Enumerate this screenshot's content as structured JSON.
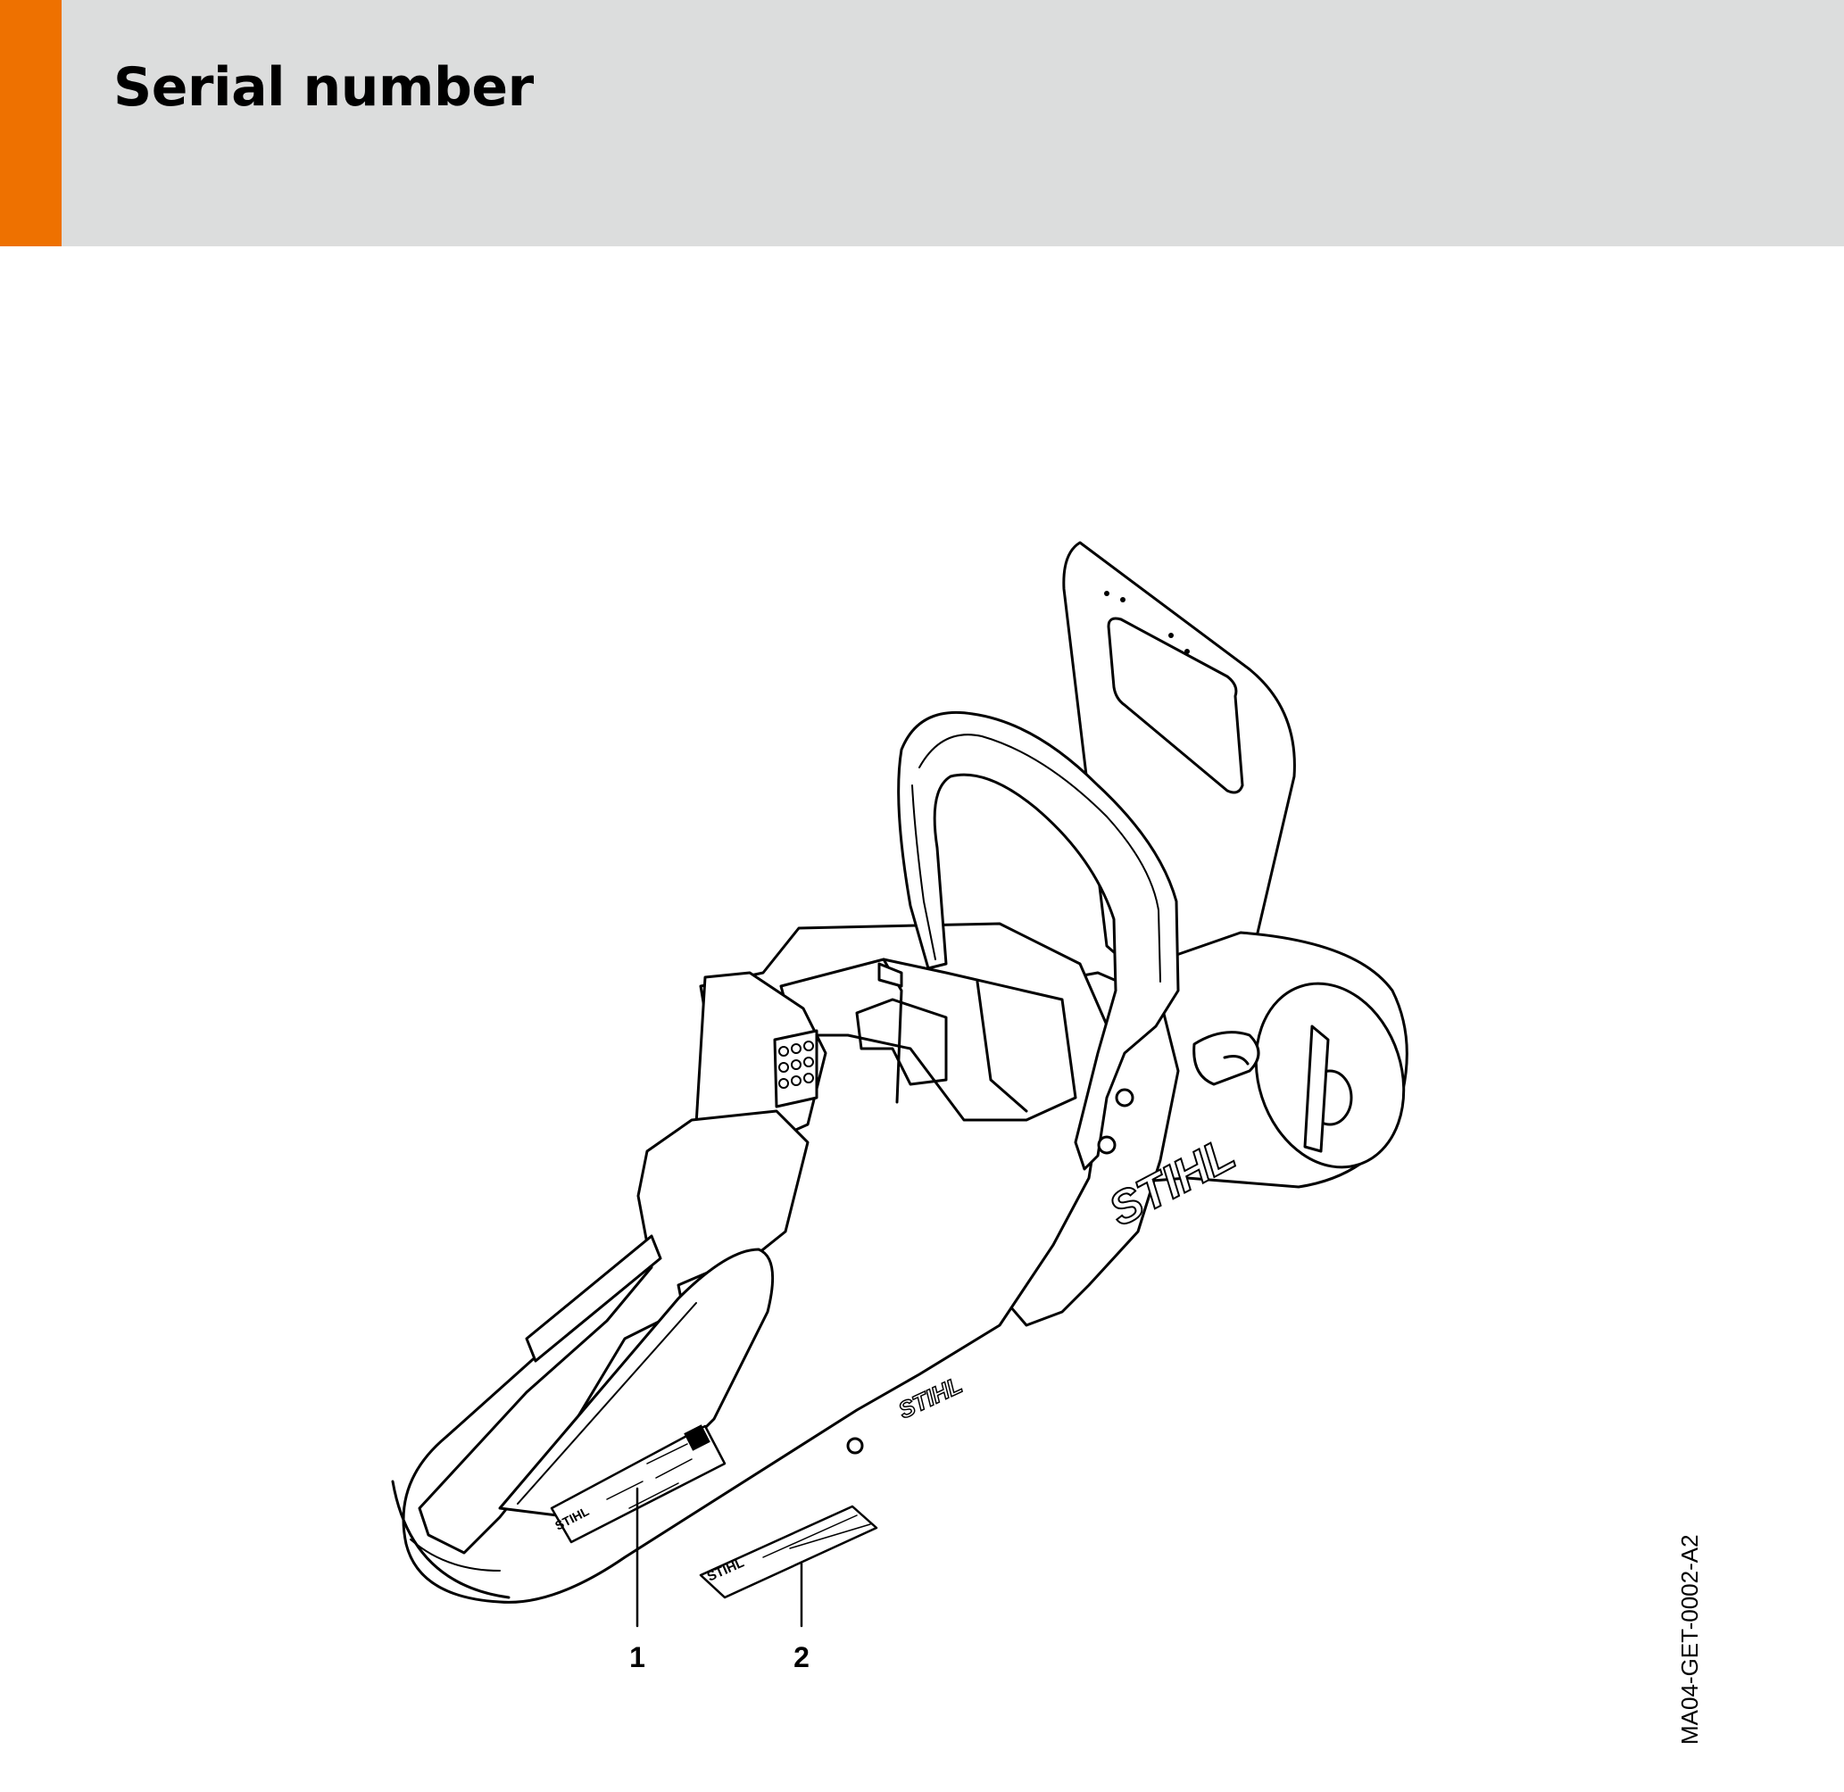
{
  "header": {
    "title": "Serial number",
    "accent_color": "#ee7100",
    "band_color": "#dcdddd"
  },
  "figure": {
    "callouts": [
      {
        "number": "1"
      },
      {
        "number": "2"
      }
    ],
    "figure_code": "MA04-GET-0002-A2",
    "brand_marks": [
      "STIHL",
      "STIHL",
      "STIHL",
      "STIHL"
    ]
  }
}
